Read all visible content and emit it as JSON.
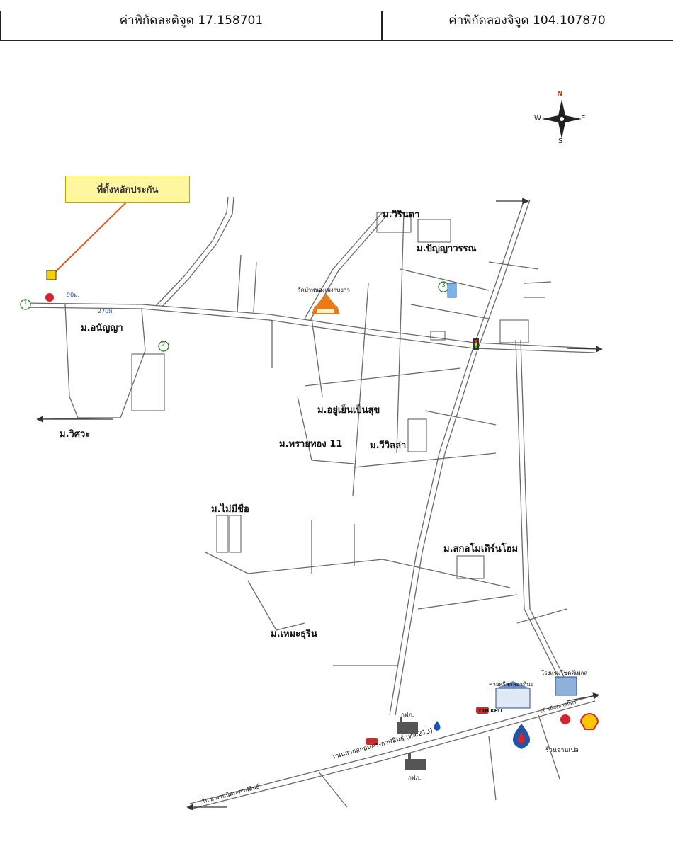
{
  "header": {
    "latitude_label": "ค่าพิกัดละติจูด 17.158701",
    "longitude_label": "ค่าพิกัดลองจิจูด 104.107870"
  },
  "callout": {
    "text": "ที่ตั้งหลักประกัน"
  },
  "compass": {
    "n": "N",
    "s": "S",
    "e": "E",
    "w": "W",
    "n_color": "#d03a1a"
  },
  "villages": {
    "vilinda": "ม.วิรินดา",
    "panyawan": "ม.ปัญญาวรรณ",
    "ananya": "ม.อนัญญา",
    "wisawa": "ม.วิศวะ",
    "yuyen": "ม.อยู่เย็นเป็นสุข",
    "saithong": "ม.ทรายทอง 11",
    "wiwilla": "ม.วีวิลล่า",
    "maimichue": "ม.ไม่มีชื่อ",
    "sakonmodern": "ม.สกลโมเดิร์นโฮม",
    "hemathurin": "ม.เหมะธุริน"
  },
  "places": {
    "temple": "วัดป่าพนองเพงาบยาว",
    "dist_a": "90ม.",
    "dist_b": "270ม.",
    "circle_1": "1",
    "circle_2": "2",
    "circle_3": "3",
    "camp": "ค่ายศรีสกลอาทินะ",
    "hotel": "โรงแรมโชคดีเพลส",
    "pea_1": "กฟภ.",
    "pea_2": "กฟภ.",
    "cockpit": "COCKPIT",
    "shell_shop": "ร้านจานเปล",
    "main_road": "ถนนสายสกลนคร-กาฬสินธุ์ (ทล.213)",
    "road_sw": "ไป อ.พานนิคม-กาฬสินธุ์",
    "road_ne": "เข้าเมืองสกลนคร"
  },
  "colors": {
    "road": "#6a6a6a",
    "callout_bg": "#fff6a0",
    "callout_border": "#c8a000",
    "leader": "#e05a20",
    "temple": "#e87a1a",
    "ptt_blue": "#1f55a8",
    "ptt_red": "#d8232a",
    "shell_yellow": "#f7c800"
  }
}
